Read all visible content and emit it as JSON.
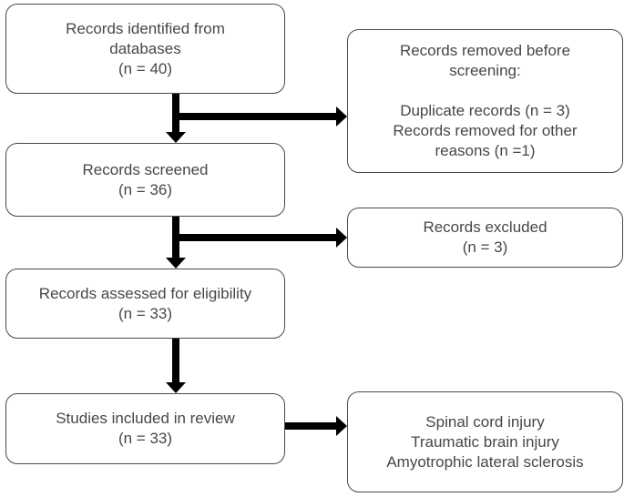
{
  "colors": {
    "background": "#ffffff",
    "box_border": "#4a4a4a",
    "text": "#474747",
    "arrow": "#000000"
  },
  "boxes": {
    "identified": {
      "lines": [
        "Records identified from",
        "databases",
        "(n = 40)"
      ]
    },
    "removed": {
      "lines": [
        "Records removed before",
        "screening:",
        "",
        "Duplicate records (n = 3)",
        "Records removed for other",
        "reasons (n =1)"
      ]
    },
    "screened": {
      "lines": [
        "Records screened",
        "(n = 36)"
      ]
    },
    "excluded": {
      "lines": [
        "Records excluded",
        "(n = 3)"
      ]
    },
    "assessed": {
      "lines": [
        "Records assessed for eligibility",
        "(n = 33)"
      ]
    },
    "included": {
      "lines": [
        "Studies included in review",
        "(n = 33)"
      ]
    },
    "conditions": {
      "lines": [
        "Spinal cord injury",
        "Traumatic brain injury",
        "Amyotrophic lateral sclerosis"
      ]
    }
  }
}
